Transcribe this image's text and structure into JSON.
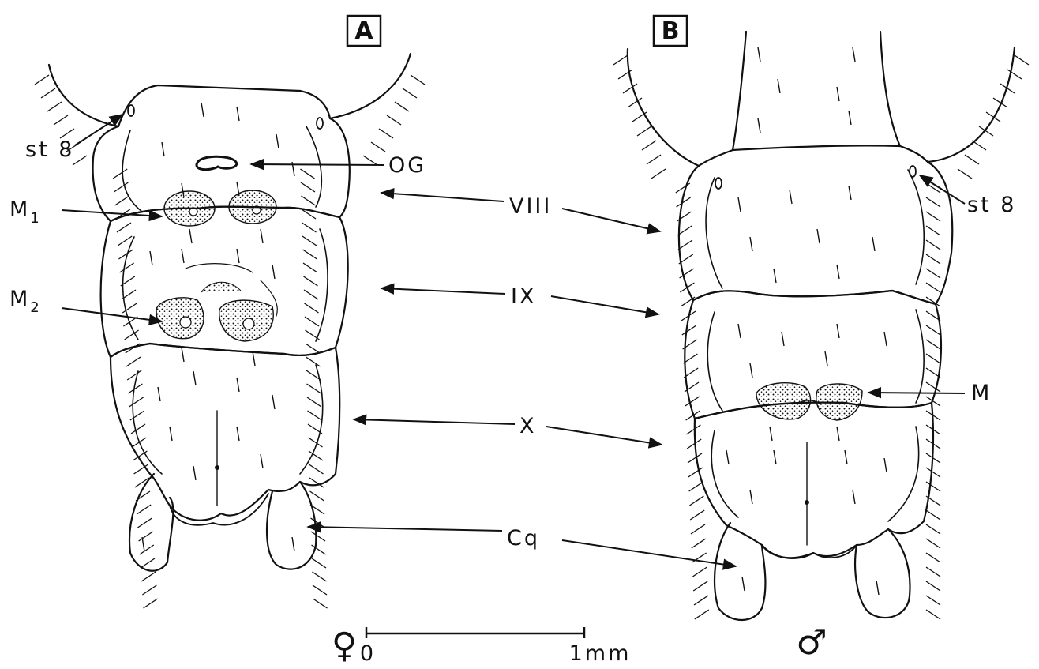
{
  "panels": [
    {
      "id": "A",
      "label": "A",
      "sex_symbol": "♀",
      "labels": {
        "st8": "st 8",
        "og": "OG",
        "m1": "M",
        "m1_sub": "1",
        "m2": "M",
        "m2_sub": "2"
      }
    },
    {
      "id": "B",
      "label": "B",
      "sex_symbol": "♂",
      "labels": {
        "st8": "st 8",
        "m": "M"
      }
    }
  ],
  "shared_labels": {
    "viii": "VIII",
    "ix": "IX",
    "x": "X",
    "cq": "Cq"
  },
  "scale_bar": {
    "start_label": "0",
    "end_label": "1mm"
  }
}
